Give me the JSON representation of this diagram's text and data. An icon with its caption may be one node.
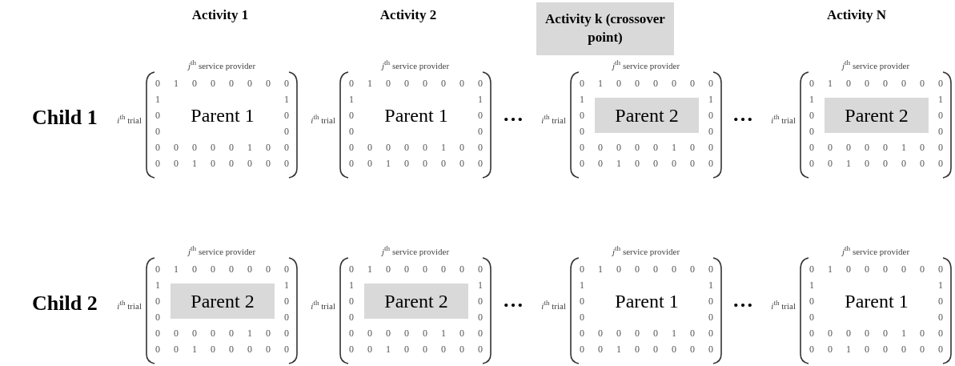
{
  "diagram": {
    "nodes": [
      {
        "text": [
          "Activity k (crossover point)"
        ]
      },
      {
        "text": [
          "Parent 1"
        ]
      },
      {
        "text": [
          "Parent 1"
        ]
      },
      {
        "text": [
          "Parent 2"
        ]
      },
      {
        "text": [
          "Parent 2"
        ]
      },
      {
        "text": [
          "Parent 2"
        ]
      },
      {
        "text": [
          "Parent 2"
        ]
      },
      {
        "text": [
          "Parent 1"
        ]
      },
      {
        "text": [
          "Parent 1"
        ]
      }
    ],
    "labels": [
      "Activity 1",
      "Activity 2",
      "Activity N",
      "Child 1",
      "*j*$^{th}$ service provider",
      "*i*$^{th}$ trial",
      "0",
      "1",
      "0",
      "0",
      "0",
      "0",
      "0",
      "0",
      "1",
      "1",
      "0",
      "0",
      "0",
      "0",
      "0",
      "0",
      "0",
      "0",
      "0",
      "1",
      "0",
      "0",
      "0",
      "0",
      "1",
      "0",
      "0",
      "0",
      "0",
      "0",
      "*j*$^{th}$ service provider",
      "*i*$^{th}$ trial",
      "0",
      "1",
      "0",
      "0",
      "0",
      "0",
      "0",
      "0",
      "1",
      "1",
      "0",
      "0",
      "0",
      "0",
      "0",
      "0",
      "0",
      "0",
      "0",
      "1",
      "0",
      "0",
      "0",
      "0",
      "1",
      "0",
      "0",
      "0",
      "0",
      "0",
      "…",
      "*j*$^{th}$ service provider",
      "*i*$^{th}$ trial",
      "0",
      "1",
      "0",
      "0",
      "0",
      "0",
      "0",
      "0",
      "1",
      "1",
      "0",
      "0",
      "0",
      "0",
      "0",
      "0",
      "0",
      "0",
      "0",
      "1",
      "0",
      "0",
      "0",
      "0",
      "1",
      "0",
      "0",
      "0",
      "0",
      "0",
      "…",
      "*j*$^{th}$ service provider",
      "*i*$^{th}$ trial",
      "0",
      "1",
      "0",
      "0",
      "0",
      "0",
      "0",
      "0",
      "1",
      "1",
      "0",
      "0",
      "0",
      "0",
      "0",
      "0",
      "0",
      "0",
      "0",
      "1",
      "0",
      "0",
      "0",
      "0",
      "1",
      "0",
      "0",
      "0",
      "0",
      "0",
      "Child 2",
      "*j*$^{th}$ service provider",
      "*i*$^{th}$ trial",
      "0",
      "1",
      "0",
      "0",
      "0",
      "0",
      "0",
      "0",
      "1",
      "1",
      "0",
      "0",
      "0",
      "0",
      "0",
      "0",
      "0",
      "0",
      "0",
      "1",
      "0",
      "0",
      "0",
      "0",
      "1",
      "0",
      "0",
      "0",
      "0",
      "0",
      "*j*$^{th}$ service provider",
      "*i*$^{th}$ trial",
      "0",
      "1",
      "0",
      "0",
      "0",
      "0",
      "0",
      "0",
      "1",
      "1",
      "0",
      "0",
      "0",
      "0",
      "0",
      "0",
      "0",
      "0",
      "0",
      "1",
      "0",
      "0",
      "0",
      "0",
      "1",
      "0",
      "0",
      "0",
      "0",
      "0",
      "…",
      "*j*$^{th}$ service provider",
      "*i*$^{th}$ trial",
      "0",
      "1",
      "0",
      "0",
      "0",
      "0",
      "0",
      "0",
      "1",
      "1",
      "0",
      "0",
      "0",
      "0",
      "0",
      "0",
      "0",
      "0",
      "0",
      "1",
      "0",
      "0",
      "0",
      "0",
      "1",
      "0",
      "0",
      "0",
      "0",
      "0",
      "…",
      "*j*$^{th}$ service provider",
      "*i*$^{th}$ trial",
      "0",
      "1",
      "0",
      "0",
      "0",
      "0",
      "0",
      "0",
      "1",
      "1",
      "0",
      "0",
      "0",
      "0",
      "0",
      "0",
      "0",
      "0",
      "0",
      "1",
      "0",
      "0",
      "0",
      "0",
      "1",
      "0",
      "0",
      "0",
      "0",
      "0"
    ]
  }
}
